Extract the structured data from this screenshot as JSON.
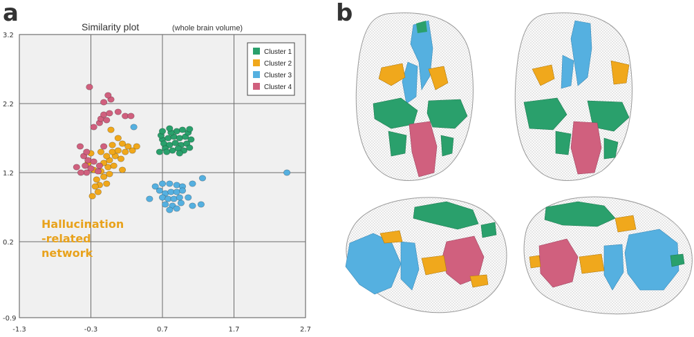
{
  "panels": {
    "a": "a",
    "b": "b"
  },
  "colors": {
    "cluster1": "#2aa06c",
    "cluster2": "#f0a81c",
    "cluster3": "#55b0e0",
    "cluster4": "#d0607e",
    "grid": "#6a6a6a",
    "plot_bg": "#f0f0f0"
  },
  "annotation": {
    "lines": [
      "Hallucination",
      "-related",
      "network"
    ]
  },
  "chart_data": {
    "type": "scatter",
    "title": "Similarity plot",
    "subtitle": "(whole brain volume)",
    "xlabel": "",
    "ylabel": "",
    "xlim": [
      -1.3,
      2.7
    ],
    "ylim": [
      -0.9,
      3.2
    ],
    "x_ticks": [
      "-1.3",
      "-0.3",
      "0.7",
      "1.7",
      "2.7"
    ],
    "y_ticks": [
      "3.2",
      "2.2",
      "1.2",
      "0.2",
      "-0.9"
    ],
    "grid": true,
    "legend_position": "top-right",
    "series": [
      {
        "name": "Cluster 1",
        "color": "#2aa06c",
        "points": [
          [
            0.7,
            1.68
          ],
          [
            0.78,
            1.7
          ],
          [
            0.86,
            1.72
          ],
          [
            0.94,
            1.7
          ],
          [
            1.02,
            1.72
          ],
          [
            1.1,
            1.68
          ],
          [
            0.72,
            1.62
          ],
          [
            0.8,
            1.6
          ],
          [
            0.88,
            1.63
          ],
          [
            0.96,
            1.6
          ],
          [
            1.04,
            1.62
          ],
          [
            0.74,
            1.55
          ],
          [
            0.84,
            1.52
          ],
          [
            0.92,
            1.55
          ],
          [
            1.0,
            1.52
          ],
          [
            1.08,
            1.56
          ],
          [
            0.68,
            1.74
          ],
          [
            1.06,
            1.78
          ],
          [
            0.9,
            1.8
          ],
          [
            0.82,
            1.78
          ],
          [
            0.98,
            1.82
          ],
          [
            0.66,
            1.5
          ],
          [
            0.76,
            1.5
          ],
          [
            0.94,
            1.48
          ],
          [
            1.08,
            1.83
          ],
          [
            0.7,
            1.8
          ],
          [
            0.8,
            1.84
          ]
        ]
      },
      {
        "name": "Cluster 2",
        "color": "#f0a81c",
        "points": [
          [
            -0.28,
            0.86
          ],
          [
            -0.2,
            0.92
          ],
          [
            -0.18,
            1.02
          ],
          [
            -0.08,
            1.04
          ],
          [
            -0.22,
            1.1
          ],
          [
            -0.12,
            1.14
          ],
          [
            -0.04,
            1.18
          ],
          [
            -0.16,
            1.22
          ],
          [
            -0.06,
            1.28
          ],
          [
            0.02,
            1.3
          ],
          [
            -0.12,
            1.34
          ],
          [
            -0.04,
            1.38
          ],
          [
            0.04,
            1.44
          ],
          [
            0.12,
            1.4
          ],
          [
            -0.08,
            1.44
          ],
          [
            0.0,
            1.5
          ],
          [
            0.08,
            1.52
          ],
          [
            -0.16,
            1.5
          ],
          [
            0.18,
            1.5
          ],
          [
            0.28,
            1.52
          ],
          [
            0.22,
            1.58
          ],
          [
            0.14,
            1.62
          ],
          [
            0.34,
            1.58
          ],
          [
            0.08,
            1.7
          ],
          [
            0.0,
            1.6
          ],
          [
            -0.02,
            1.82
          ],
          [
            -0.3,
            1.48
          ],
          [
            -0.34,
            1.34
          ],
          [
            -0.26,
            1.24
          ],
          [
            -0.24,
            1.0
          ],
          [
            0.14,
            1.24
          ]
        ]
      },
      {
        "name": "Cluster 3",
        "color": "#55b0e0",
        "points": [
          [
            0.7,
            1.04
          ],
          [
            0.8,
            1.04
          ],
          [
            0.9,
            1.02
          ],
          [
            0.98,
            1.0
          ],
          [
            1.12,
            1.04
          ],
          [
            1.26,
            1.12
          ],
          [
            0.66,
            0.94
          ],
          [
            0.74,
            0.9
          ],
          [
            0.82,
            0.92
          ],
          [
            0.9,
            0.92
          ],
          [
            0.98,
            0.94
          ],
          [
            0.7,
            0.84
          ],
          [
            0.78,
            0.82
          ],
          [
            0.86,
            0.82
          ],
          [
            0.94,
            0.84
          ],
          [
            1.06,
            0.84
          ],
          [
            0.74,
            0.74
          ],
          [
            0.84,
            0.72
          ],
          [
            0.96,
            0.76
          ],
          [
            1.12,
            0.72
          ],
          [
            1.24,
            0.74
          ],
          [
            0.8,
            0.66
          ],
          [
            0.9,
            0.68
          ],
          [
            0.52,
            0.82
          ],
          [
            0.6,
            1.0
          ],
          [
            0.3,
            1.86
          ],
          [
            2.44,
            1.2
          ]
        ]
      },
      {
        "name": "Cluster 4",
        "color": "#d0607e",
        "points": [
          [
            -0.45,
            1.58
          ],
          [
            -0.4,
            1.44
          ],
          [
            -0.34,
            1.38
          ],
          [
            -0.26,
            1.36
          ],
          [
            -0.38,
            1.3
          ],
          [
            -0.3,
            1.26
          ],
          [
            -0.2,
            1.22
          ],
          [
            -0.36,
            1.2
          ],
          [
            -0.5,
            1.28
          ],
          [
            -0.44,
            1.2
          ],
          [
            -0.18,
            1.3
          ],
          [
            -0.36,
            1.5
          ],
          [
            -0.12,
            1.58
          ],
          [
            -0.26,
            1.86
          ],
          [
            -0.18,
            1.92
          ],
          [
            -0.16,
            1.98
          ],
          [
            -0.12,
            2.04
          ],
          [
            -0.04,
            2.06
          ],
          [
            -0.08,
            1.96
          ],
          [
            -0.02,
            2.26
          ],
          [
            -0.12,
            2.22
          ],
          [
            -0.06,
            2.32
          ],
          [
            -0.32,
            2.44
          ],
          [
            0.08,
            2.08
          ],
          [
            0.18,
            2.02
          ],
          [
            0.26,
            2.02
          ]
        ]
      }
    ]
  }
}
